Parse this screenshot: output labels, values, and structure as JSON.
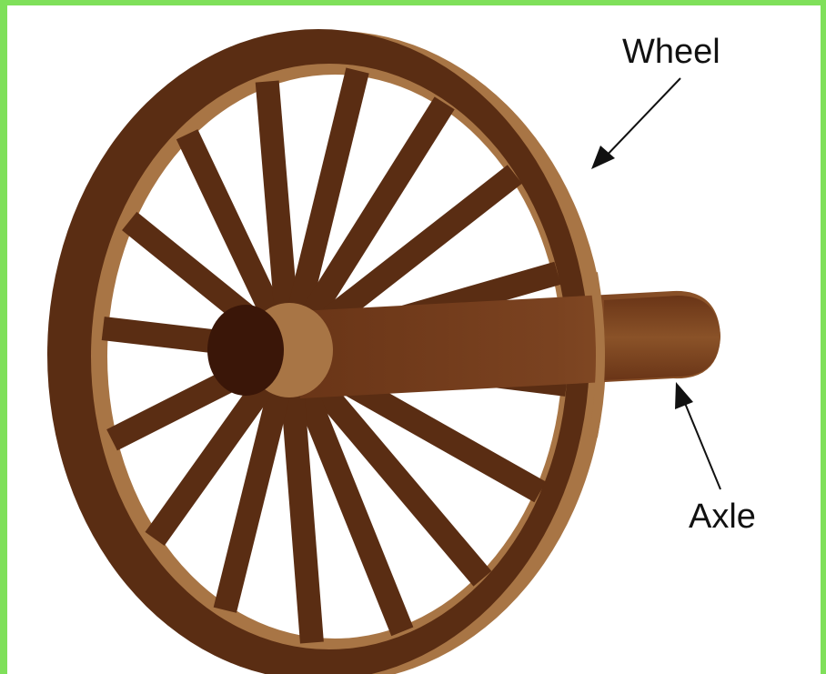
{
  "labels": {
    "wheel": "Wheel",
    "axle": "Axle"
  },
  "wheel": {
    "spoke_count": 16
  },
  "colors": {
    "frame_border": "#7fe05a",
    "wheel_dark": "#5a2d13",
    "wheel_light": "#a87545",
    "hub_dark": "#3a1608",
    "axle_highlight": "#8a5228",
    "text": "#111111"
  }
}
